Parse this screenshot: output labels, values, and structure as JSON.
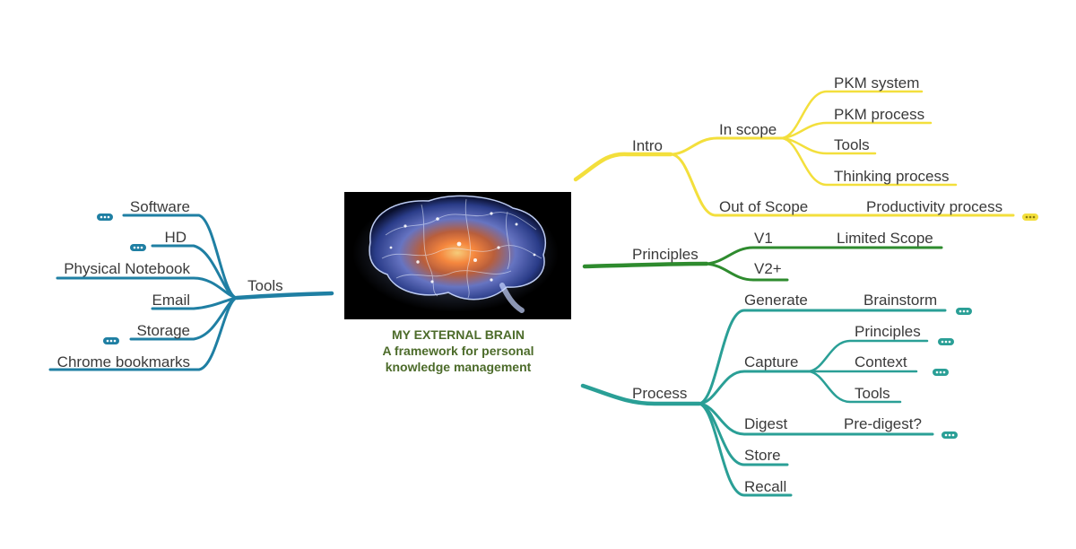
{
  "central": {
    "title_line1": "MY EXTERNAL BRAIN",
    "title_line2": "A framework for personal",
    "title_line3": "knowledge management",
    "image": "brain-illustration"
  },
  "colors": {
    "tools": "#1f7fa3",
    "intro": "#f3df3c",
    "principles": "#2e8b2e",
    "process": "#2a9f96",
    "title": "#4c6b2a",
    "text": "#3a3a3a"
  },
  "branches": {
    "tools": {
      "label": "Tools",
      "children": [
        "Software",
        "HD",
        "Physical Notebook",
        "Email",
        "Storage",
        "Chrome bookmarks"
      ]
    },
    "intro": {
      "label": "Intro",
      "in_scope": {
        "label": "In scope",
        "children": [
          "PKM system",
          "PKM process",
          "Tools",
          "Thinking process"
        ]
      },
      "out_of_scope": {
        "label": "Out of Scope",
        "children": [
          "Productivity process"
        ]
      }
    },
    "principles": {
      "label": "Principles",
      "v1": {
        "label": "V1",
        "children": [
          "Limited Scope"
        ]
      },
      "v2": {
        "label": "V2+"
      }
    },
    "process": {
      "label": "Process",
      "generate": {
        "label": "Generate",
        "children": [
          "Brainstorm"
        ]
      },
      "capture": {
        "label": "Capture",
        "children": [
          "Principles",
          "Context",
          "Tools"
        ]
      },
      "digest": {
        "label": "Digest",
        "children": [
          "Pre-digest?"
        ]
      },
      "store": {
        "label": "Store"
      },
      "recall": {
        "label": "Recall"
      }
    }
  },
  "collapsed_indicator_icon": "more-dots-icon"
}
